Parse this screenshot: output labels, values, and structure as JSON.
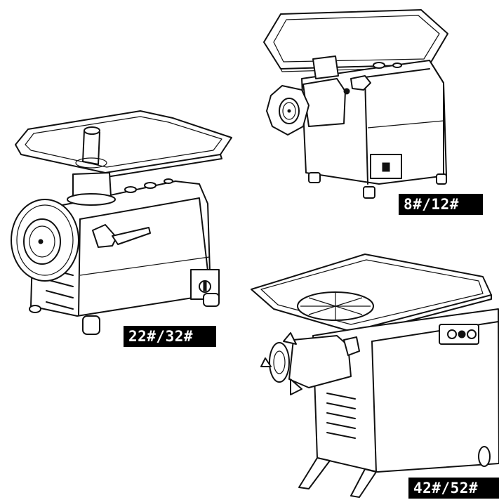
{
  "models": [
    {
      "id": "small",
      "label": "8#/12#"
    },
    {
      "id": "medium",
      "label": "22#/32#"
    },
    {
      "id": "large",
      "label": "42#/52#"
    }
  ],
  "colors": {
    "line": "#111111",
    "background": "#ffffff",
    "label_bg": "#000000",
    "label_text": "#ffffff"
  }
}
